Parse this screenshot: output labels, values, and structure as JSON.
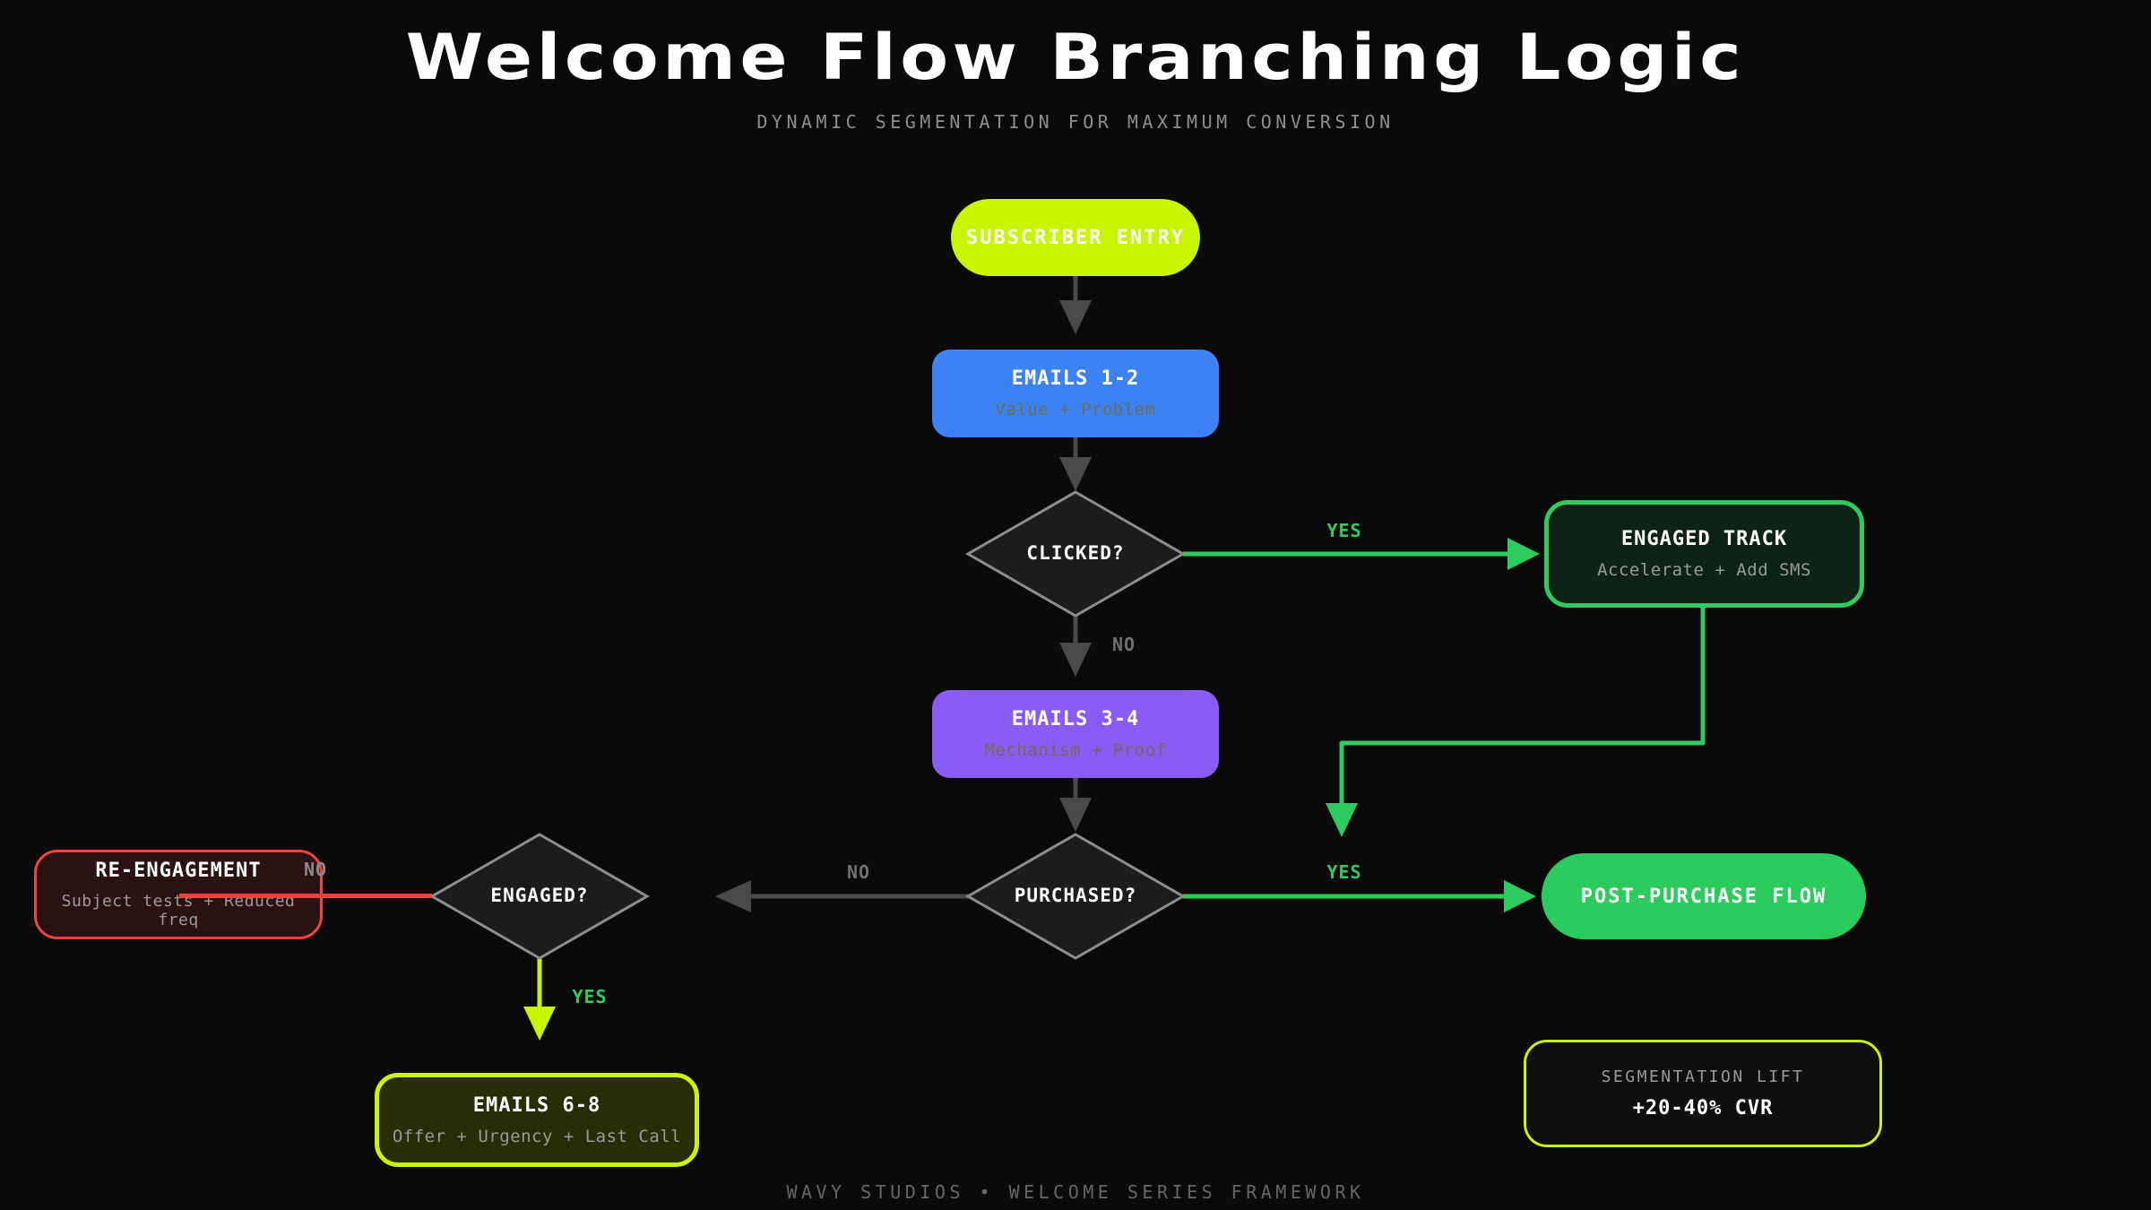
{
  "header": {
    "title": "Welcome Flow Branching Logic",
    "subtitle": "DYNAMIC SEGMENTATION FOR MAXIMUM CONVERSION"
  },
  "footer": {
    "text": "WAVY STUDIOS • WELCOME SERIES FRAMEWORK"
  },
  "nodes": {
    "subscriber_entry": {
      "label": "SUBSCRIBER ENTRY"
    },
    "emails_1_2": {
      "title": "EMAILS 1-2",
      "subtitle": "Value + Problem"
    },
    "clicked": {
      "label": "CLICKED?"
    },
    "engaged_track": {
      "title": "ENGAGED TRACK",
      "subtitle": "Accelerate + Add SMS"
    },
    "emails_3_4": {
      "title": "EMAILS 3-4",
      "subtitle": "Mechanism + Proof"
    },
    "purchased": {
      "label": "PURCHASED?"
    },
    "post_purchase": {
      "label": "POST-PURCHASE FLOW"
    },
    "engaged": {
      "label": "ENGAGED?"
    },
    "re_engagement": {
      "title": "RE-ENGAGEMENT",
      "subtitle": "Subject tests + Reduced freq"
    },
    "emails_6_8": {
      "title": "EMAILS 6-8",
      "subtitle": "Offer + Urgency + Last Call"
    },
    "segmentation_lift": {
      "title": "SEGMENTATION LIFT",
      "value": "+20-40% CVR"
    }
  },
  "edge_labels": {
    "clicked_yes": "YES",
    "clicked_no": "NO",
    "purchased_yes": "YES",
    "purchased_no": "NO",
    "engaged_yes": "YES",
    "engaged_no": "NO"
  },
  "colors": {
    "background": "#0a0a0a",
    "lime": "#c8f500",
    "green": "#2ecc5f",
    "blue": "#3d82f5",
    "purple": "#8a5cf6",
    "red": "#f23f3f",
    "arrow_gray": "#4a4a4a",
    "diamond_fill": "#1c1c1c",
    "diamond_border": "#8e8e8e",
    "muted_text": "#9a9a9a"
  }
}
